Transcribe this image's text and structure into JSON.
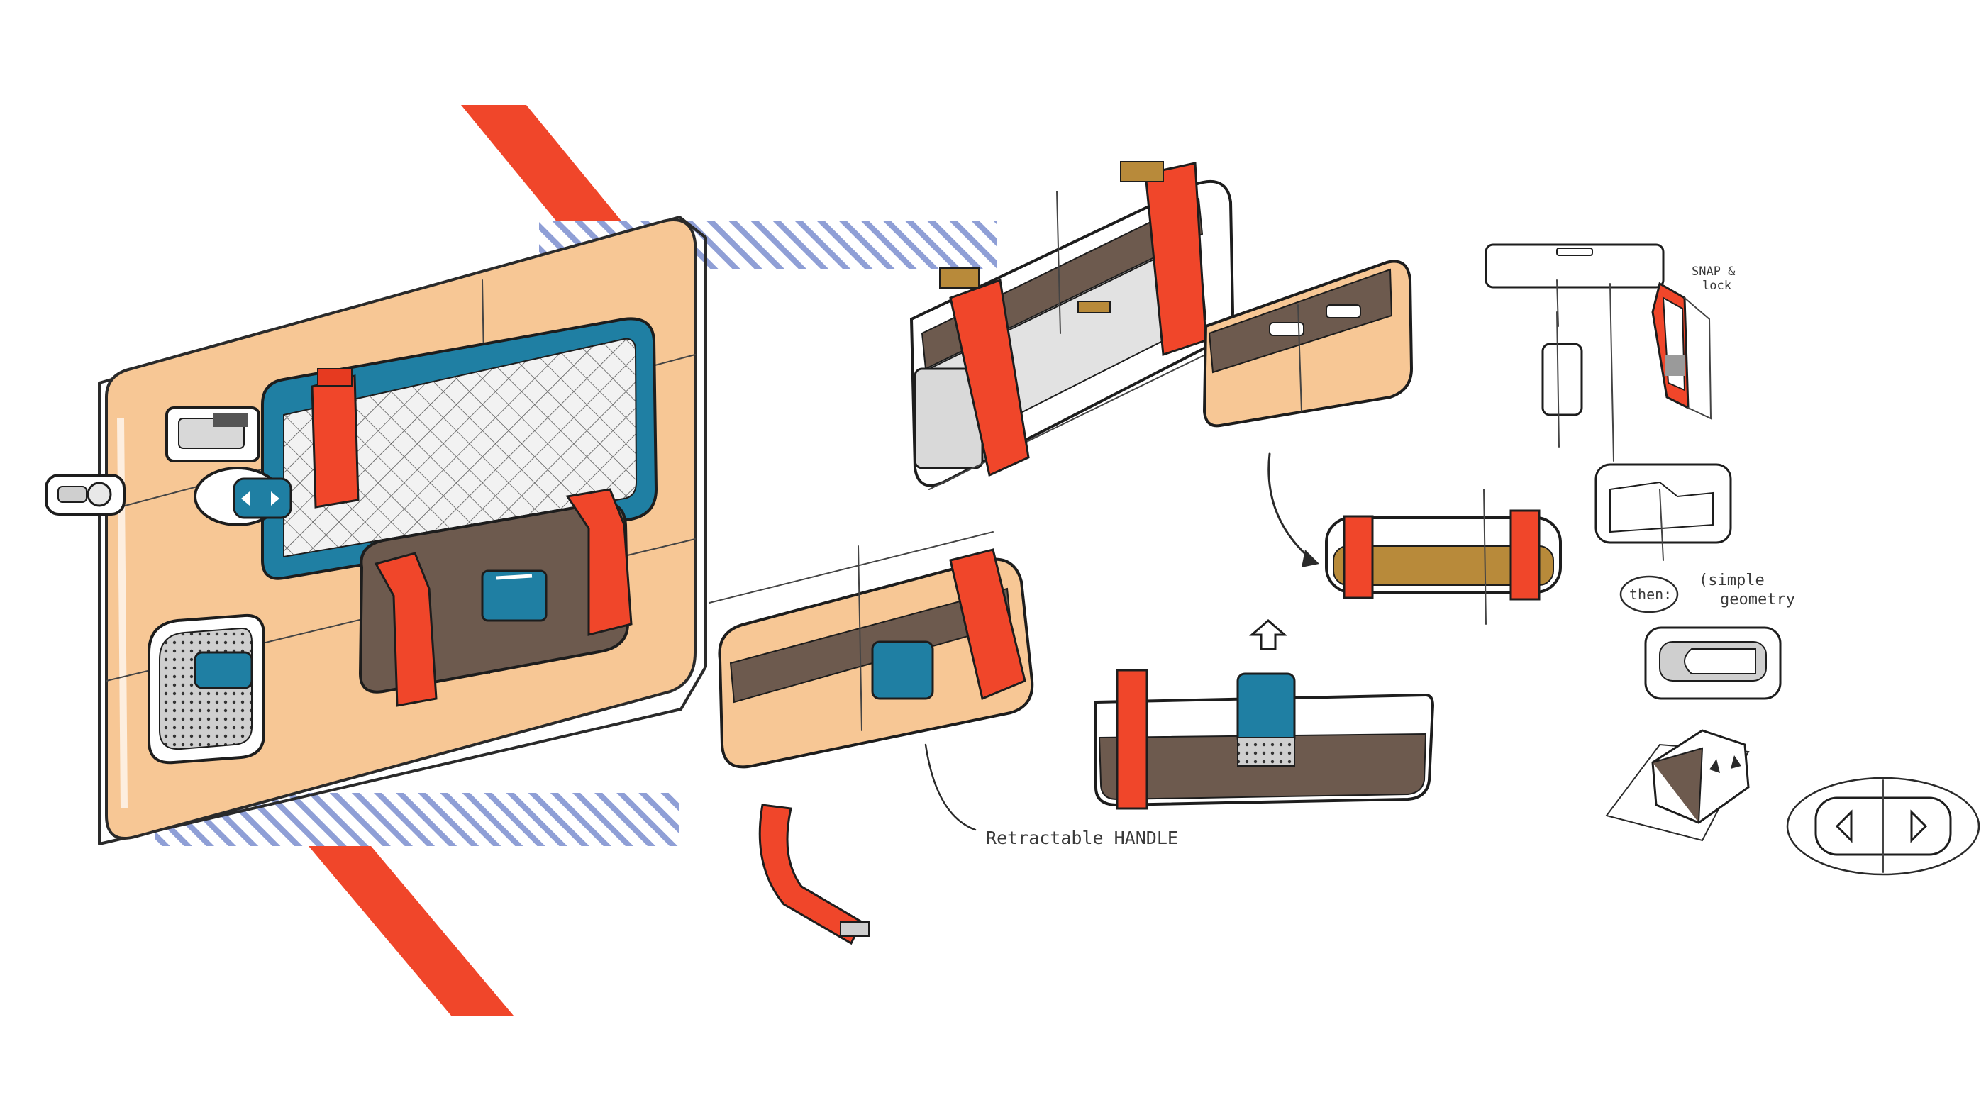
{
  "colors": {
    "accent_red": "#f0462a",
    "stripe_blue": "#8f9fd6",
    "panel_tan": "#f7c795",
    "mesh_teal": "#1f7fa3",
    "pocket_brown": "#6d5a4e",
    "ink": "#2a2a2a"
  },
  "annotations": {
    "retractable_handle": "Retractable HANDLE",
    "snap_lock_line1": "SNAP &",
    "snap_lock_line2": "lock",
    "then": "then:",
    "simple_geometry_line1": "(simple",
    "simple_geometry_line2": "geometry"
  },
  "icons": [
    "door-handle-icon",
    "window-switch-icon",
    "door-lock-icon",
    "arrow-up-icon",
    "arrow-right-icon"
  ]
}
